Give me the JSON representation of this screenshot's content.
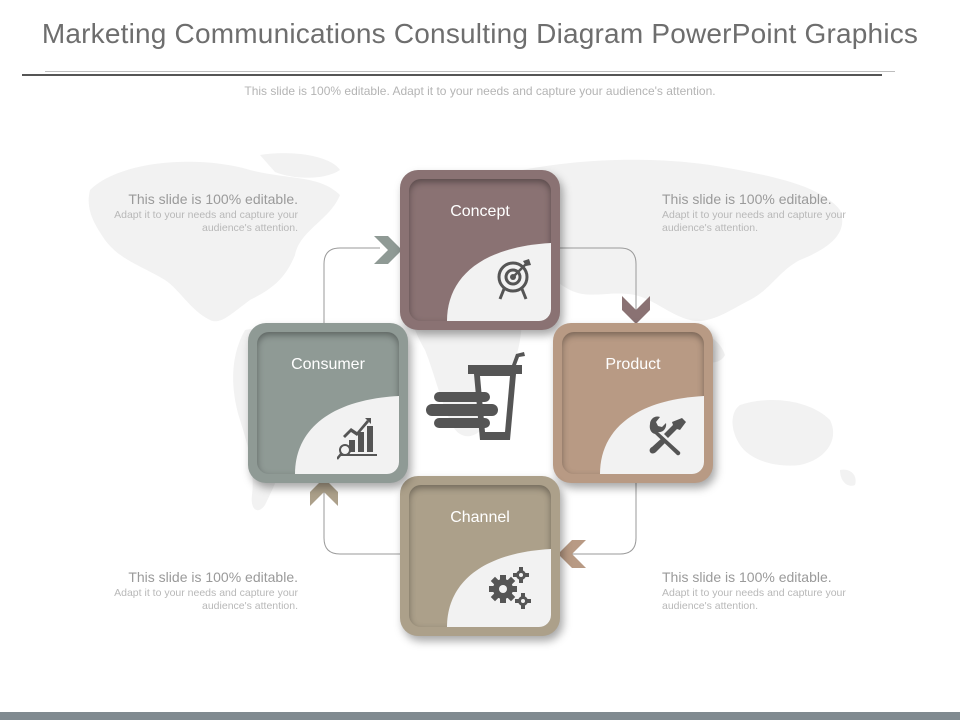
{
  "title": "Marketing Communications Consulting Diagram PowerPoint Graphics",
  "subtitle": "This slide is 100% editable. Adapt it to your needs and capture your audience's attention.",
  "cards": {
    "concept": {
      "label": "Concept",
      "color": "#8a7273",
      "icon": "target-icon"
    },
    "product": {
      "label": "Product",
      "color": "#b89a84",
      "icon": "tools-icon"
    },
    "channel": {
      "label": "Channel",
      "color": "#aca08a",
      "icon": "gears-icon"
    },
    "consumer": {
      "label": "Consumer",
      "color": "#8f9a95",
      "icon": "chart-magnifier-icon"
    }
  },
  "notes": {
    "top_left": {
      "title": "This slide is 100% editable.",
      "body": "Adapt it to your needs and capture your audience's attention."
    },
    "top_right": {
      "title": "This slide is 100% editable.",
      "body": "Adapt it to your needs and capture your audience's attention."
    },
    "bottom_left": {
      "title": "This slide is 100% editable.",
      "body": "Adapt it to your needs and capture your audience's attention."
    },
    "bottom_right": {
      "title": "This slide is 100% editable.",
      "body": "Adapt it to your needs and capture your audience's attention."
    }
  },
  "center_icon": "fast-food-icon",
  "colors": {
    "arrow_concept": "#8f9a95",
    "arrow_product": "#8a7273",
    "arrow_channel": "#b89a84",
    "arrow_consumer": "#aca08a",
    "bottom_bar": "#808a90"
  }
}
